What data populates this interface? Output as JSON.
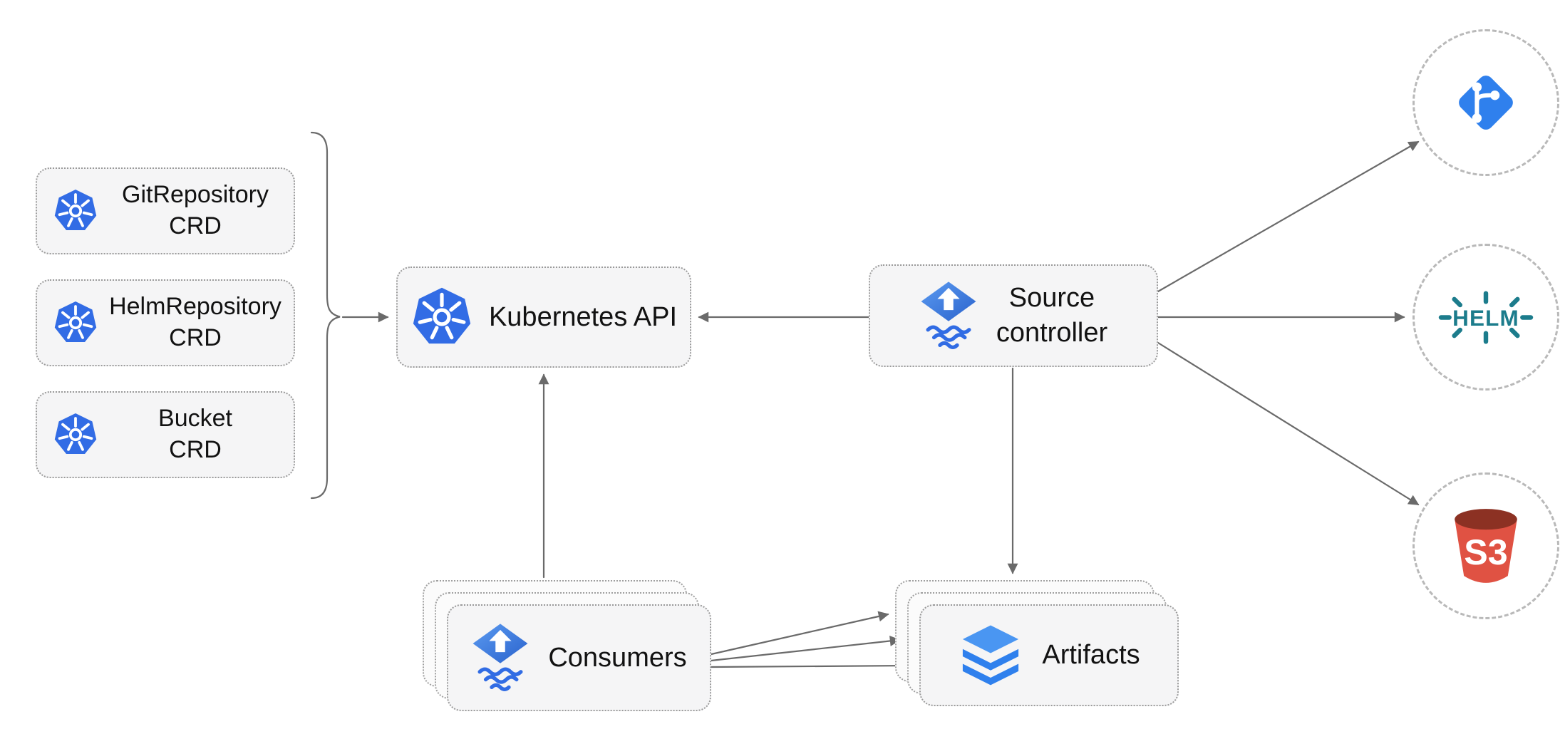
{
  "nodes": {
    "crds": [
      {
        "line1": "GitRepository",
        "line2": "CRD"
      },
      {
        "line1": "HelmRepository",
        "line2": "CRD"
      },
      {
        "line1": "Bucket",
        "line2": "CRD"
      }
    ],
    "kubernetes_api": "Kubernetes API",
    "source_controller": {
      "line1": "Source",
      "line2": "controller"
    },
    "consumers": "Consumers",
    "artifacts": "Artifacts",
    "endpoints": {
      "helm_text": "HELM",
      "s3_text": "S3"
    }
  },
  "colors": {
    "kubernetes_blue": "#326CE5",
    "flux_blue": "#316CE4",
    "git_blue": "#2F80ED",
    "helm_teal": "#1C7C8C",
    "s3_red": "#E05243",
    "s3_dark_red": "#8C3123",
    "layers_blue": "#2F80ED",
    "layers_top_blue": "#4A96F2",
    "edge_gray": "#6A6A6A",
    "box_fill": "#F5F5F6",
    "box_border": "#9A9A9A"
  }
}
